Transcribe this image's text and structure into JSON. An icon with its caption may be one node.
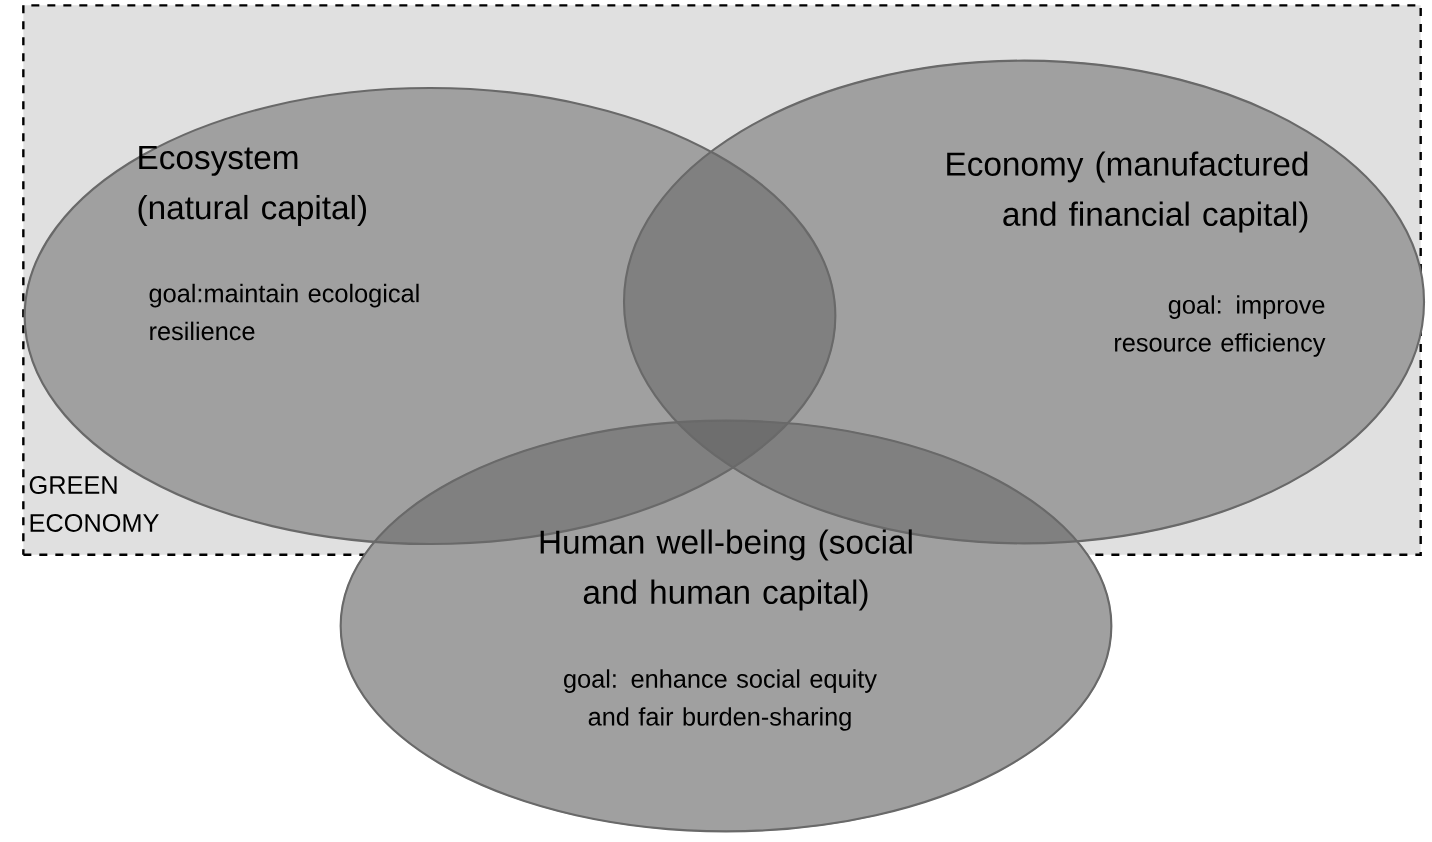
{
  "diagram": {
    "nodes": [
      {
        "text": [
          "GREEN ECONOMY"
        ]
      },
      {
        "text": [
          "Ecosystem (natural capital)",
          "goal:maintain ecological resilience"
        ],
        "in": 0
      },
      {
        "text": [
          "Economy (manufactured and financial capital)",
          "goal: improve resource efficiency"
        ],
        "in": 0
      },
      {
        "text": [
          "Human well-being (social and human capital)",
          "goal: enhance social equity and fair burden-sharing"
        ]
      }
    ]
  }
}
